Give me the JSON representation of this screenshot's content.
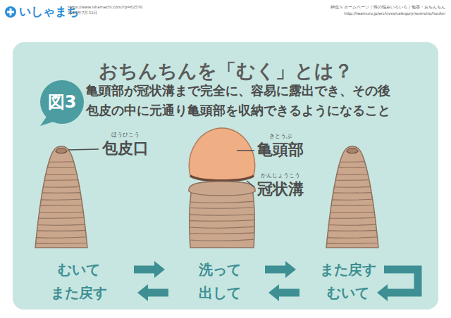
{
  "diagram": {
    "title": "おちんちんを「むく」とは？",
    "nodes": [
      {
        "text": [
          "図3"
        ]
      },
      {
        "text": [
          "むいて"
        ]
      },
      {
        "text": [
          "洗って"
        ]
      },
      {
        "text": [
          "また戻す"
        ]
      },
      {
        "text": [
          "また戻す"
        ]
      },
      {
        "text": [
          "出して"
        ]
      },
      {
        "text": [
          "むいて"
        ]
      }
    ],
    "edges": [
      {
        "from": 1,
        "to": 2,
        "arrow": "to"
      },
      {
        "from": 2,
        "to": 3,
        "arrow": "to"
      },
      {
        "from": 3,
        "to": 6,
        "arrow": "to"
      },
      {
        "from": 6,
        "to": 5,
        "arrow": "to"
      },
      {
        "from": 5,
        "to": 4,
        "arrow": "to"
      }
    ],
    "labels": [
      "いしゃまち",
      "https://www.ishamachi.com/?p=62570",
      "2017年7月31日",
      "紳也's ホームページ｜性の悩みいろいろ｜包茎・おちんちん",
      "http://iwamuro.jp/archives/category/sexiroiro/houkei",
      "亀頭部が冠状溝まで完全に、容易に露出でき、その後 包皮の中に元通り亀頭部を収納できるようになること",
      "ほうひこう",
      "包皮口",
      "きとうぶ",
      "亀頭部",
      "かんじょうこう",
      "冠状溝"
    ]
  }
}
